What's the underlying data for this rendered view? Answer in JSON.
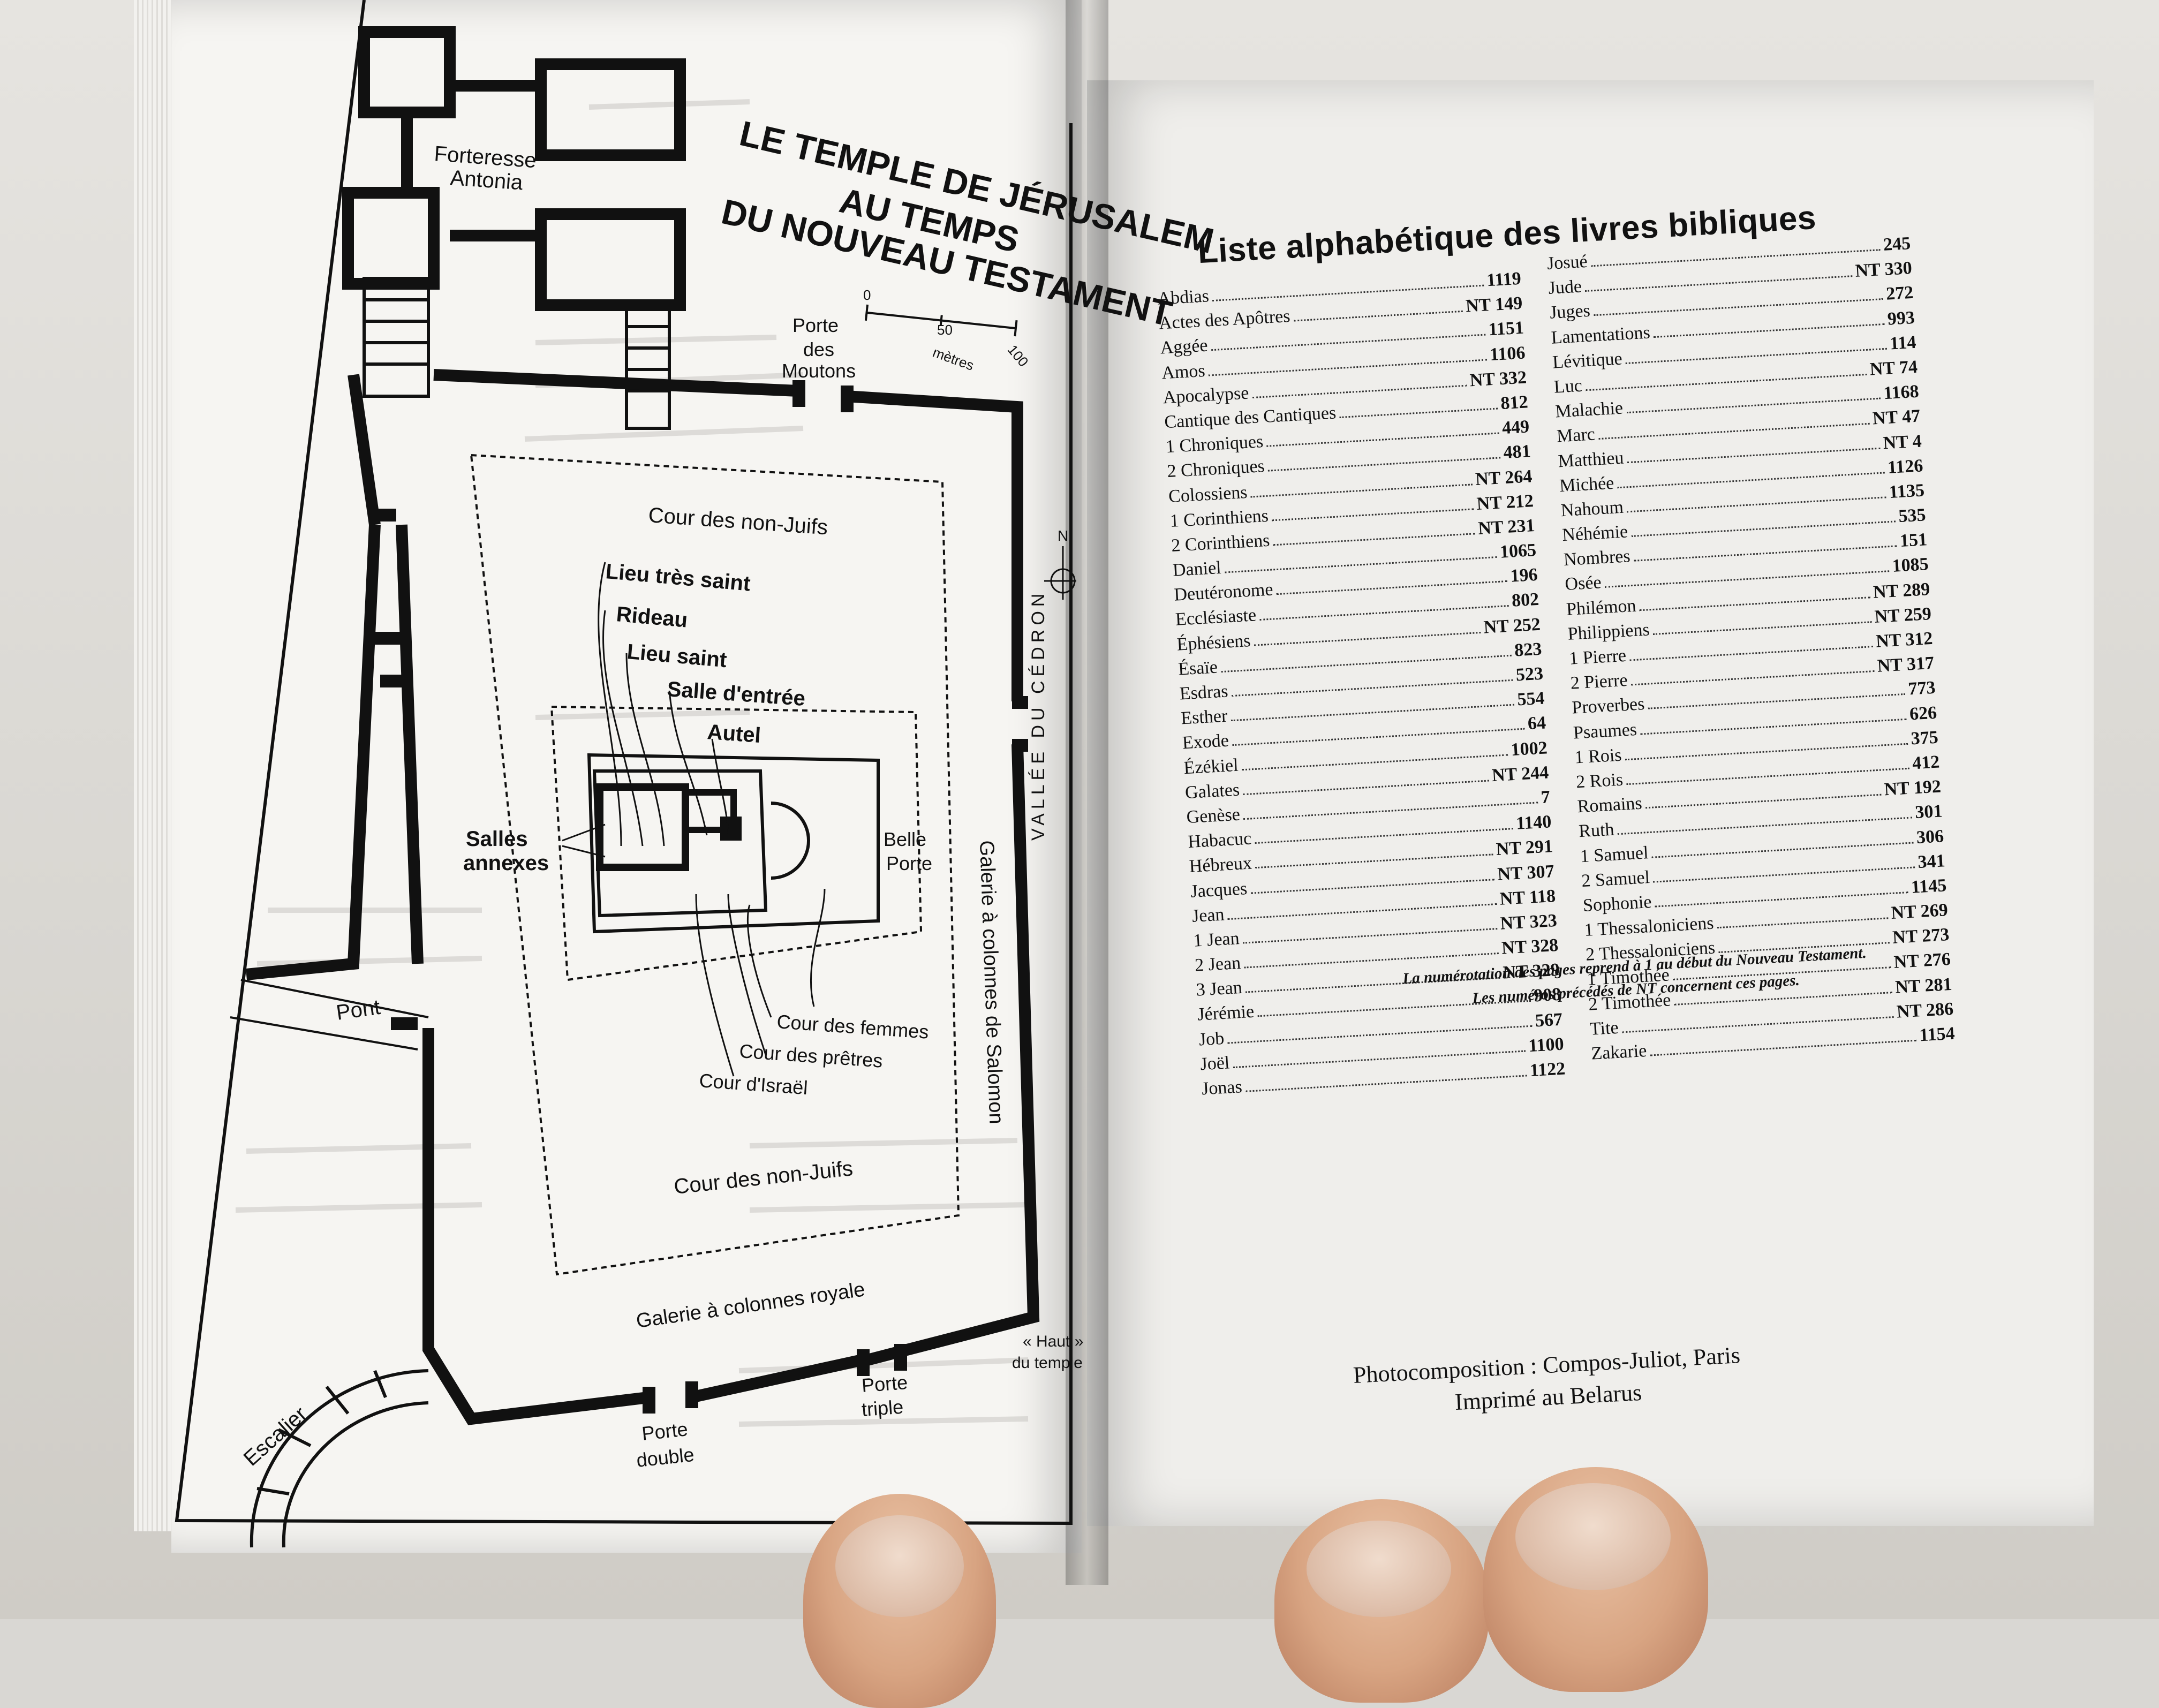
{
  "map": {
    "title_lines": [
      "LE TEMPLE DE JÉRUSALEM",
      "AU TEMPS",
      "DU NOUVEAU TESTAMENT"
    ],
    "scale": {
      "ticks": [
        "0",
        "50",
        "100"
      ],
      "unit": "mètres"
    },
    "labels": {
      "forteresse": [
        "Forteresse",
        "Antonia"
      ],
      "porte_moutons": [
        "Porte",
        "des",
        "Moutons"
      ],
      "cour_non_juifs_top": "Cour des non-Juifs",
      "lieu_tres_saint": "Lieu très saint",
      "rideau": "Rideau",
      "lieu_saint": "Lieu saint",
      "salle_entree": "Salle d'entrée",
      "autel": "Autel",
      "salles_annexes": [
        "Salles",
        "annexes"
      ],
      "belle_porte": [
        "Belle",
        "Porte"
      ],
      "galerie_salomon": "Galerie à colonnes de Salomon",
      "vallee_cedron": "VALLÉE DU CÉDRON",
      "pont_top": "Pont",
      "cour_femmes": "Cour des femmes",
      "cour_pretres": "Cour des prêtres",
      "cour_israel": "Cour d'Israël",
      "cour_non_juifs_bottom": "Cour des non-Juifs",
      "galerie_royale": "Galerie à colonnes royale",
      "haut_temple": [
        "« Haut »",
        "du temple"
      ],
      "porte_triple": [
        "Porte",
        "triple"
      ],
      "porte_double": [
        "Porte",
        "double"
      ],
      "escalier": "Escalier",
      "compass": "N"
    }
  },
  "index": {
    "title": "Liste alphabétique des livres bibliques",
    "column1": [
      {
        "name": "Abdias",
        "page": "1119"
      },
      {
        "name": "Actes des Apôtres",
        "page": "NT 149"
      },
      {
        "name": "Aggée",
        "page": "1151"
      },
      {
        "name": "Amos",
        "page": "1106"
      },
      {
        "name": "Apocalypse",
        "page": "NT 332"
      },
      {
        "name": "Cantique des Cantiques",
        "page": "812"
      },
      {
        "name": "1 Chroniques",
        "page": "449"
      },
      {
        "name": "2 Chroniques",
        "page": "481"
      },
      {
        "name": "Colossiens",
        "page": "NT 264"
      },
      {
        "name": "1 Corinthiens",
        "page": "NT 212"
      },
      {
        "name": "2 Corinthiens",
        "page": "NT 231"
      },
      {
        "name": "Daniel",
        "page": "1065"
      },
      {
        "name": "Deutéronome",
        "page": "196"
      },
      {
        "name": "Ecclésiaste",
        "page": "802"
      },
      {
        "name": "Éphésiens",
        "page": "NT 252"
      },
      {
        "name": "Ésaïe",
        "page": "823"
      },
      {
        "name": "Esdras",
        "page": "523"
      },
      {
        "name": "Esther",
        "page": "554"
      },
      {
        "name": "Exode",
        "page": "64"
      },
      {
        "name": "Ézékiel",
        "page": "1002"
      },
      {
        "name": "Galates",
        "page": "NT 244"
      },
      {
        "name": "Genèse",
        "page": "7"
      },
      {
        "name": "Habacuc",
        "page": "1140"
      },
      {
        "name": "Hébreux",
        "page": "NT 291"
      },
      {
        "name": "Jacques",
        "page": "NT 307"
      },
      {
        "name": "Jean",
        "page": "NT 118"
      },
      {
        "name": "1 Jean",
        "page": "NT 323"
      },
      {
        "name": "2 Jean",
        "page": "NT 328"
      },
      {
        "name": "3 Jean",
        "page": "NT 329"
      },
      {
        "name": "Jérémie",
        "page": "908"
      },
      {
        "name": "Job",
        "page": "567"
      },
      {
        "name": "Joël",
        "page": "1100"
      },
      {
        "name": "Jonas",
        "page": "1122"
      }
    ],
    "column2": [
      {
        "name": "Josué",
        "page": "245"
      },
      {
        "name": "Jude",
        "page": "NT 330"
      },
      {
        "name": "Juges",
        "page": "272"
      },
      {
        "name": "Lamentations",
        "page": "993"
      },
      {
        "name": "Lévitique",
        "page": "114"
      },
      {
        "name": "Luc",
        "page": "NT 74"
      },
      {
        "name": "Malachie",
        "page": "1168"
      },
      {
        "name": "Marc",
        "page": "NT 47"
      },
      {
        "name": "Matthieu",
        "page": "NT 4"
      },
      {
        "name": "Michée",
        "page": "1126"
      },
      {
        "name": "Nahoum",
        "page": "1135"
      },
      {
        "name": "Néhémie",
        "page": "535"
      },
      {
        "name": "Nombres",
        "page": "151"
      },
      {
        "name": "Osée",
        "page": "1085"
      },
      {
        "name": "Philémon",
        "page": "NT 289"
      },
      {
        "name": "Philippiens",
        "page": "NT 259"
      },
      {
        "name": "1 Pierre",
        "page": "NT 312"
      },
      {
        "name": "2 Pierre",
        "page": "NT 317"
      },
      {
        "name": "Proverbes",
        "page": "773"
      },
      {
        "name": "Psaumes",
        "page": "626"
      },
      {
        "name": "1 Rois",
        "page": "375"
      },
      {
        "name": "2 Rois",
        "page": "412"
      },
      {
        "name": "Romains",
        "page": "NT 192"
      },
      {
        "name": "Ruth",
        "page": "301"
      },
      {
        "name": "1 Samuel",
        "page": "306"
      },
      {
        "name": "2 Samuel",
        "page": "341"
      },
      {
        "name": "Sophonie",
        "page": "1145"
      },
      {
        "name": "1 Thessaloniciens",
        "page": "NT 269"
      },
      {
        "name": "2 Thessaloniciens",
        "page": "NT 273"
      },
      {
        "name": "1 Timothée",
        "page": "NT 276"
      },
      {
        "name": "2 Timothée",
        "page": "NT 281"
      },
      {
        "name": "Tite",
        "page": "NT 286"
      },
      {
        "name": "Zakarie",
        "page": "1154"
      }
    ],
    "note_lines": [
      "La numérotation des pages reprend à 1 au début du Nouveau Testament.",
      "Les numéros précédés de NT concernent ces pages."
    ]
  },
  "imprint": {
    "line1": "Photocomposition : Compos-Juliot, Paris",
    "line2": "Imprimé au Belarus"
  },
  "colors": {
    "ink": "#111111",
    "paper": "#f6f5f2",
    "skin": "#d8a482"
  }
}
